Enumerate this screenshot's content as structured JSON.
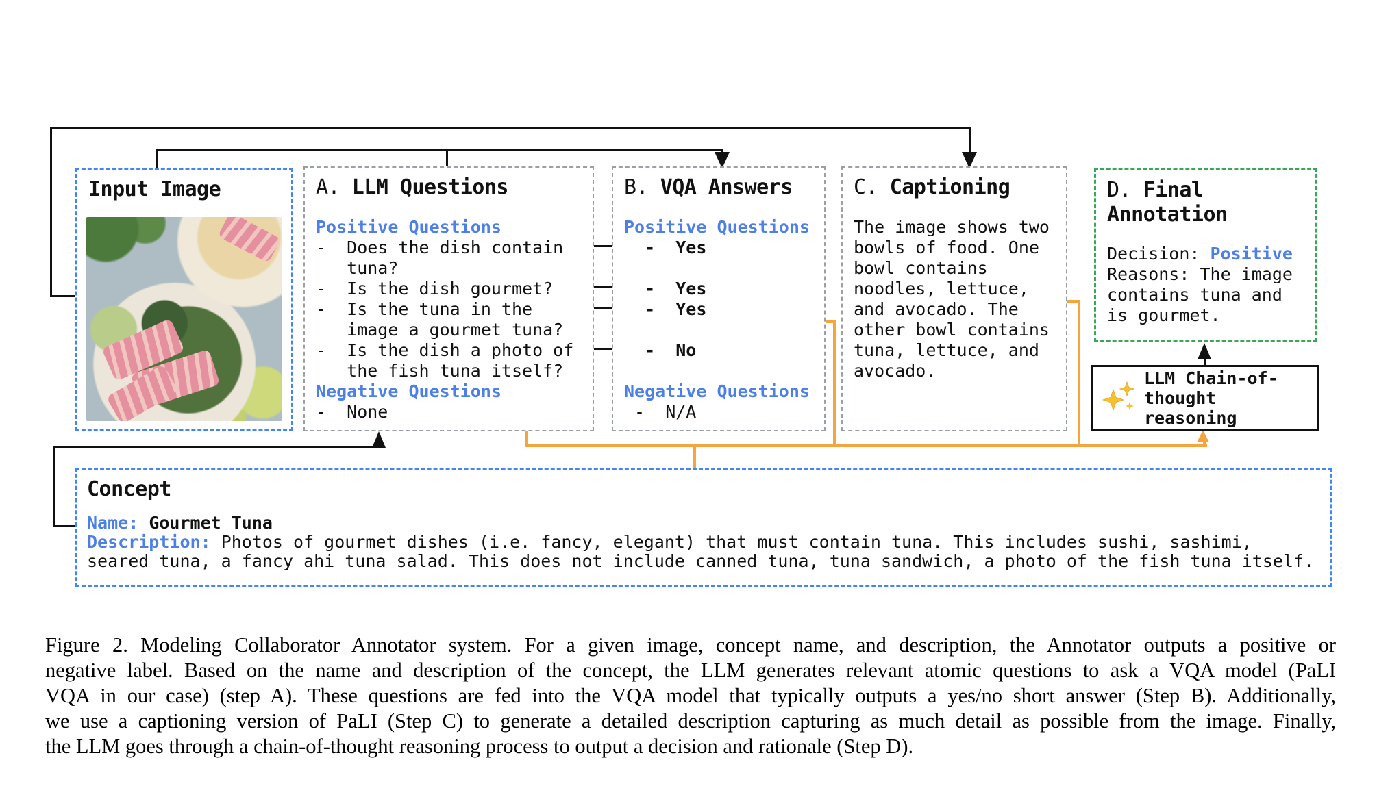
{
  "colors": {
    "accent_blue_text": "#4c80e8",
    "border_blue": "#4285f4",
    "border_gray": "#9aa0a6",
    "border_green": "#3aa757",
    "line_orange": "#f5a53d",
    "line_black": "#111111",
    "sparkle_gold": "#f6c12e"
  },
  "input_box": {
    "title": "Input Image"
  },
  "llm_questions_box": {
    "prefix": "A. ",
    "title": "LLM Questions",
    "positive_heading": "Positive Questions",
    "questions": [
      "-  Does the dish contain",
      "   tuna?",
      "-  Is the dish gourmet?",
      "-  Is the tuna in the",
      "   image a gourmet tuna?",
      "-  Is the dish a photo of",
      "   the fish tuna itself?"
    ],
    "negative_heading": "Negative Questions",
    "negative_items": [
      "-  None"
    ]
  },
  "vqa_answers_box": {
    "prefix": "B. ",
    "title": "VQA Answers",
    "positive_heading": "Positive Questions",
    "answers": [
      "  -  Yes",
      "",
      "  -  Yes",
      "  -  Yes",
      "",
      "  -  No",
      ""
    ],
    "negative_heading": "Negative Questions",
    "negative_items": [
      " -  N/A"
    ]
  },
  "captioning_box": {
    "prefix": "C. ",
    "title": "Captioning",
    "caption_text": "The image shows two bowls of food. One bowl contains noodles, lettuce, and avocado. The other bowl contains tuna, lettuce, and avocado."
  },
  "final_annotation_box": {
    "prefix": "D. ",
    "title": "Final Annotation",
    "decision_label": "Decision: ",
    "decision_value": "Positive",
    "reasons_text": "Reasons: The image contains tuna and is gourmet."
  },
  "cot_box": {
    "icon": "sparkles-icon",
    "line1": "LLM Chain-of-",
    "line2": "thought reasoning"
  },
  "concept_box": {
    "title": "Concept",
    "name_label": "Name: ",
    "name_value": "Gourmet Tuna",
    "description_label": "Description: ",
    "description_line1": "Photos of gourmet dishes (i.e. fancy, elegant) that must contain tuna. This includes sushi, sashimi,",
    "description_line2": "seared tuna, a fancy ahi tuna salad. This does not include canned tuna, tuna sandwich, a photo of the fish tuna itself."
  },
  "caption": {
    "lines": [
      "Figure 2. Modeling Collaborator Annotator system. For a given image, concept name, and description, the Annotator outputs a positive or",
      "negative label. Based on the name and description of the concept, the LLM generates relevant atomic questions to ask a VQA model (PaLI",
      "VQA in our case) (step A). These questions are fed into the VQA model that typically outputs a yes/no short answer (Step B). Additionally,",
      "we use a captioning version of PaLI (Step C) to generate a detailed description capturing as much detail as possible from the image. Finally,",
      "the LLM goes through a chain-of-thought reasoning process to output a decision and rationale (Step D)."
    ]
  }
}
